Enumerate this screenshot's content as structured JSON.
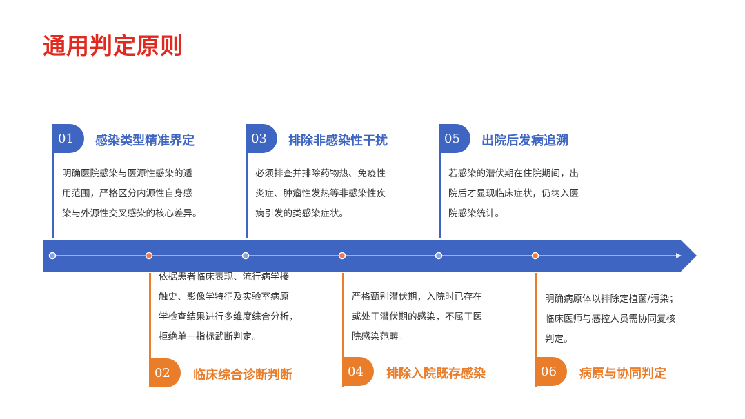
{
  "page": {
    "title": "通用判定原则"
  },
  "colors": {
    "title_red": "#e02a1f",
    "blue": "#3f65c2",
    "orange": "#e97d2a",
    "dot_orange": "#ee7a4a",
    "dot_blue": "#8aa0e0"
  },
  "items": [
    {
      "number": "01",
      "title": "感染类型精准界定",
      "desc_lines": [
        "明确医院感染与医源性感染的适",
        "用范围，严格区分内源性自身感",
        "染与外源性交叉感染的核心差异。"
      ]
    },
    {
      "number": "02",
      "title": "临床综合诊断判断",
      "desc_lines": [
        "依据患者临床表现、流行病学接",
        "触史、影像学特征及实验室病原",
        "学检查结果进行多维度综合分析，",
        "拒绝单一指标武断判定。"
      ]
    },
    {
      "number": "03",
      "title": "排除非感染性干扰",
      "desc_lines": [
        "必须排查并排除药物热、免疫性",
        "炎症、肿瘤性发热等非感染性疾",
        "病引发的类感染症状。"
      ]
    },
    {
      "number": "04",
      "title": "排除入院既存感染",
      "desc_lines": [
        "严格甄别潜伏期，入院时已存在",
        "或处于潜伏期的感染，不属于医",
        "院感染范畴。"
      ]
    },
    {
      "number": "05",
      "title": "出院后发病追溯",
      "desc_lines": [
        "若感染的潜伏期在住院期间，出",
        "院后才显现临床症状，仍纳入医",
        "院感染统计。"
      ]
    },
    {
      "number": "06",
      "title": "病原与协同判定",
      "desc_lines": [
        "明确病原体以排除定植菌/污染；",
        "临床医师与感控人员需协同复核",
        "判定。"
      ]
    }
  ]
}
